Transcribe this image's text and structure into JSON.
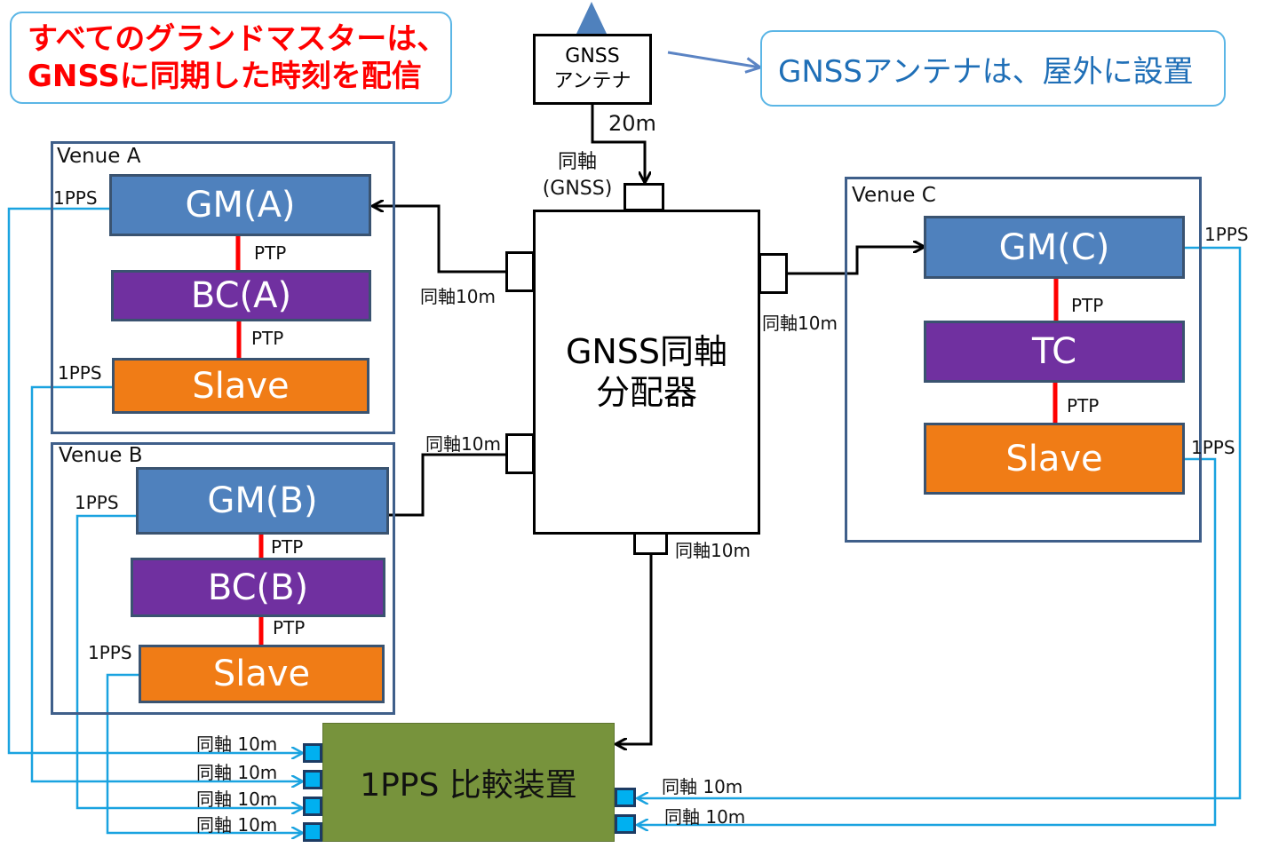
{
  "callouts": {
    "red_line1": "すべてのグランドマスターは、",
    "red_line2": "GNSSに同期した時刻を配信",
    "blue": "GNSSアンテナは、屋外に設置"
  },
  "antenna": {
    "line1": "GNSS",
    "line2": "アンテナ",
    "cable": "20m"
  },
  "splitter": {
    "line1": "GNSS同軸",
    "line2": "分配器",
    "input_label_1": "同軸",
    "input_label_2": "(GNSS)",
    "port_a": "同軸10m",
    "port_b": "同軸10m",
    "port_c": "同軸10m",
    "port_bottom": "同軸10m"
  },
  "venue_a": {
    "title": "Venue A",
    "gm": "GM(A)",
    "bc": "BC(A)",
    "slave": "Slave",
    "ptp1": "PTP",
    "ptp2": "PTP",
    "pps_gm": "1PPS",
    "pps_slave": "1PPS"
  },
  "venue_b": {
    "title": "Venue B",
    "gm": "GM(B)",
    "bc": "BC(B)",
    "slave": "Slave",
    "ptp1": "PTP",
    "ptp2": "PTP",
    "pps_gm": "1PPS",
    "pps_slave": "1PPS"
  },
  "venue_c": {
    "title": "Venue C",
    "gm": "GM(C)",
    "tc": "TC",
    "slave": "Slave",
    "ptp1": "PTP",
    "ptp2": "PTP",
    "pps_gm": "1PPS",
    "pps_slave": "1PPS"
  },
  "comparator": {
    "title": "1PPS 比較装置",
    "left_1": "同軸 10m",
    "left_2": "同軸 10m",
    "left_3": "同軸 10m",
    "left_4": "同軸 10m",
    "right_1": "同軸 10m",
    "right_2": "同軸 10m"
  },
  "colors": {
    "gm": "#4f81bd",
    "bc": "#7030a0",
    "slave": "#f07c16",
    "comparator": "#77933c",
    "ptp_link": "#ff0000",
    "pps_wire": "#1aa3e0",
    "callout_red": "#ff0000",
    "callout_blue": "#1f6fb7"
  }
}
